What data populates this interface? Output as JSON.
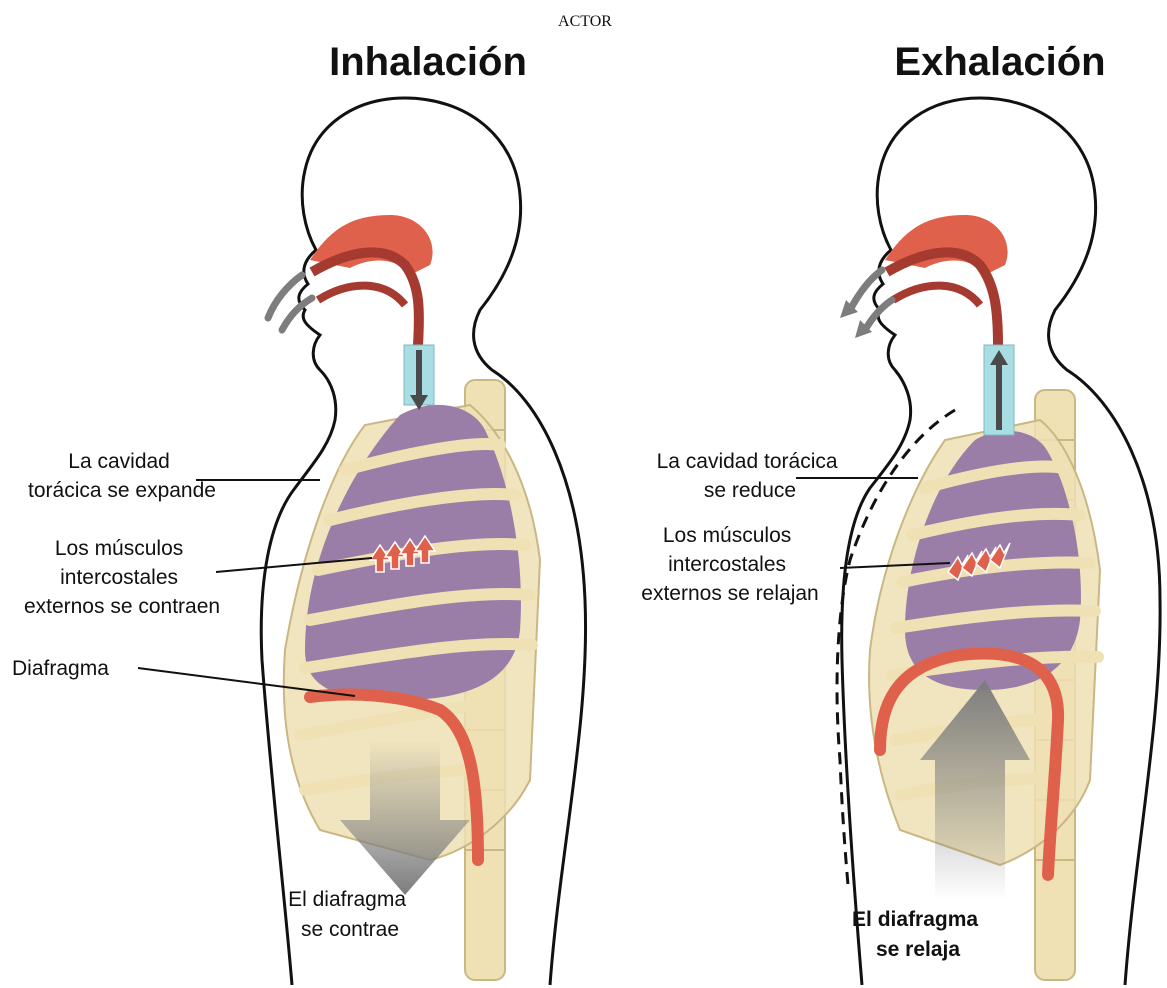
{
  "header": {
    "text": "ACTOR"
  },
  "colors": {
    "bone": "#efe1b4",
    "bone_edge": "#c9b784",
    "lung": "#9a7ea8",
    "airway": "#e0614b",
    "airway_dark": "#a53a30",
    "trachea": "#a9dde4",
    "diaphragm": "#e0614b",
    "arrow": "#7d7d7d",
    "outline": "#111111"
  },
  "panels": {
    "inhalation": {
      "title": "Inhalación",
      "labels": {
        "cavity": [
          "La cavidad",
          "torácica se expande"
        ],
        "muscles": [
          "Los músculos",
          "intercostales",
          "externos se contraen"
        ],
        "diaphragm": [
          "Diafragma"
        ],
        "diaphragm_action": [
          "El diafragma",
          "se contrae"
        ]
      }
    },
    "exhalation": {
      "title": "Exhalación",
      "labels": {
        "cavity": [
          "La cavidad torácica",
          "se reduce"
        ],
        "muscles": [
          "Los músculos",
          "intercostales",
          "externos se relajan"
        ],
        "diaphragm_action": [
          "El diafragma",
          "se relaja"
        ]
      }
    }
  }
}
